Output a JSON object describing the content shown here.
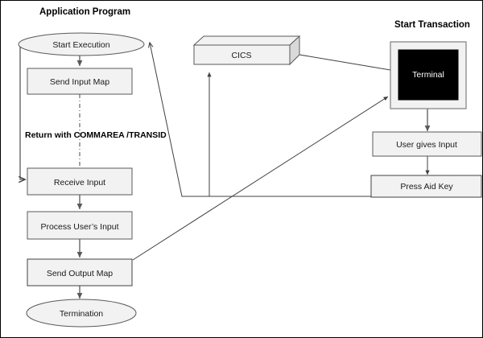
{
  "diagram": {
    "title_left": "Application Program",
    "title_right": "Start Transaction",
    "type": "flowchart",
    "nodes": [
      {
        "id": "start-execution",
        "label": "Start Execution",
        "shape": "ellipse",
        "group": "application-program"
      },
      {
        "id": "send-input-map",
        "label": "Send Input Map",
        "shape": "rect",
        "group": "application-program"
      },
      {
        "id": "receive-input",
        "label": "Receive Input",
        "shape": "rect",
        "group": "application-program"
      },
      {
        "id": "process-user-input",
        "label": "Process User’s Input",
        "shape": "rect",
        "group": "application-program"
      },
      {
        "id": "send-output-map",
        "label": "Send Output Map",
        "shape": "rect",
        "group": "application-program"
      },
      {
        "id": "termination",
        "label": "Termination",
        "shape": "ellipse",
        "group": "application-program"
      },
      {
        "id": "cics",
        "label": "CICS",
        "shape": "cube",
        "group": "middle"
      },
      {
        "id": "terminal",
        "label": "Terminal",
        "shape": "monitor",
        "group": "start-transaction"
      },
      {
        "id": "user-gives-input",
        "label": "User gives Input",
        "shape": "rect",
        "group": "start-transaction"
      },
      {
        "id": "press-aid-key",
        "label": "Press Aid Key",
        "shape": "rect",
        "group": "start-transaction"
      }
    ],
    "edge_labels": [
      {
        "id": "return-commarea",
        "label": "Return with COMMAREA /TRANSID"
      }
    ],
    "edges": [
      {
        "from": "start-execution",
        "to": "send-input-map",
        "style": "solid-arrow"
      },
      {
        "from": "send-input-map",
        "to": "receive-input",
        "style": "dash-dot"
      },
      {
        "from": "start-execution",
        "to": "receive-input",
        "style": "solid-arrow"
      },
      {
        "from": "receive-input",
        "to": "process-user-input",
        "style": "solid-arrow"
      },
      {
        "from": "process-user-input",
        "to": "send-output-map",
        "style": "solid-arrow"
      },
      {
        "from": "send-output-map",
        "to": "termination",
        "style": "solid-arrow"
      },
      {
        "from": "send-output-map",
        "to": "terminal",
        "style": "solid-arrow"
      },
      {
        "from": "cics",
        "to": "terminal",
        "style": "solid"
      },
      {
        "from": "press-aid-key",
        "to": "cics",
        "style": "solid-arrow"
      },
      {
        "from": "press-aid-key",
        "to": "start-execution",
        "style": "solid-arrow"
      },
      {
        "from": "terminal",
        "to": "user-gives-input",
        "style": "solid-arrow"
      },
      {
        "from": "user-gives-input",
        "to": "press-aid-key",
        "style": "solid-arrow"
      }
    ],
    "colors": {
      "node_fill": "#f2f2f2",
      "node_stroke": "#595959",
      "terminal_screen": "#000000",
      "terminal_text": "#ffffff",
      "connector": "#595959",
      "frame": "#000000",
      "background": "#ffffff"
    }
  }
}
